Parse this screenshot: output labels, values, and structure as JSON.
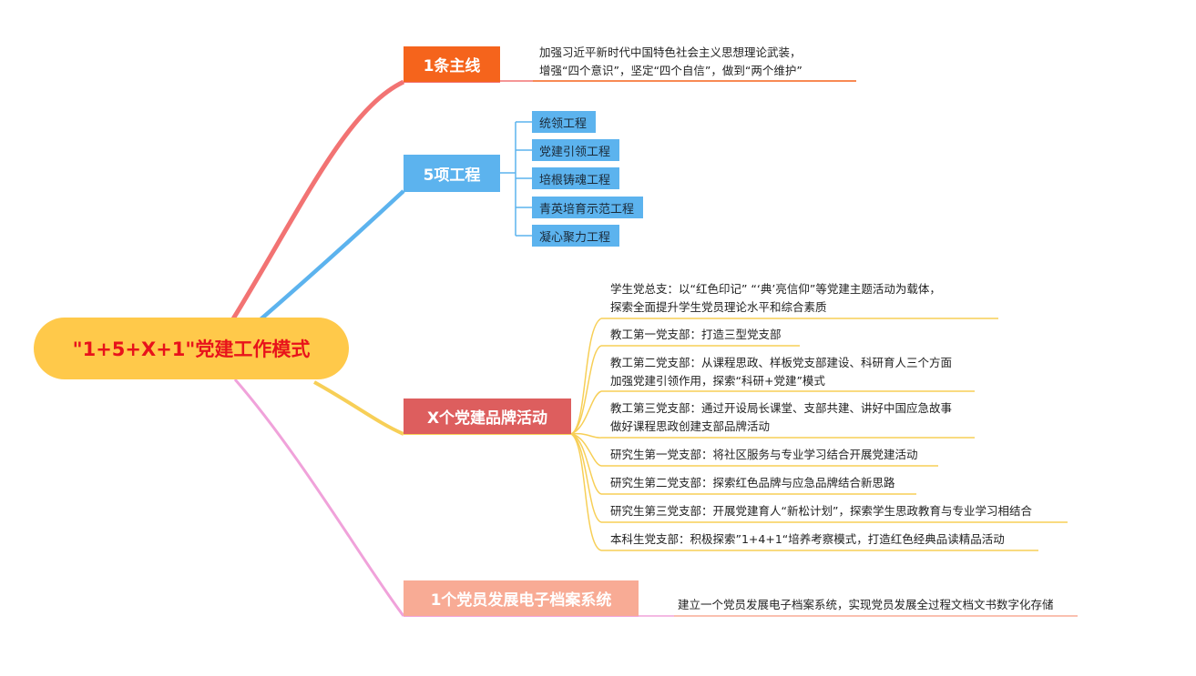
{
  "root": {
    "title": "\"1+5+X+1\"党建工作模式"
  },
  "branch1": {
    "label": "1条主线",
    "lines": [
      "加强习近平新时代中国特色社会主义思想理论武装，",
      "增强“四个意识”，坚定“四个自信”，做到“两个维护”"
    ]
  },
  "branch2": {
    "label": "5项工程",
    "items": [
      "统领工程",
      "党建引领工程",
      "培根铸魂工程",
      "青英培育示范工程",
      "凝心聚力工程"
    ]
  },
  "branch3": {
    "label": "X个党建品牌活动",
    "items": [
      {
        "lines": [
          "学生党总支：以“红色印记” “‘典’亮信仰”等党建主题活动为载体，",
          "探索全面提升学生党员理论水平和综合素质"
        ]
      },
      {
        "lines": [
          "教工第一党支部：打造三型党支部"
        ]
      },
      {
        "lines": [
          "教工第二党支部：从课程思政、样板党支部建设、科研育人三个方面",
          "加强党建引领作用，探索“科研+党建”模式"
        ]
      },
      {
        "lines": [
          "教工第三党支部：通过开设局长课堂、支部共建、讲好中国应急故事",
          "做好课程思政创建支部品牌活动"
        ]
      },
      {
        "lines": [
          "研究生第一党支部：将社区服务与专业学习结合开展党建活动"
        ]
      },
      {
        "lines": [
          "研究生第二党支部：探索红色品牌与应急品牌结合新思路"
        ]
      },
      {
        "lines": [
          "研究生第三党支部：开展党建育人“新松计划”，探索学生思政教育与专业学习相结合"
        ]
      },
      {
        "lines": [
          "本科生党支部：积极探索”1+4+1“培养考察模式，打造红色经典品读精品活动"
        ]
      }
    ]
  },
  "branch4": {
    "label": "1个党员发展电子档案系统",
    "lines": [
      "建立一个党员发展电子档案系统，实现党员发展全过程文档文书数字化存储"
    ]
  },
  "colors": {
    "root": "#ffc94a",
    "root_text": "#e8131b",
    "b1": "#f5641c",
    "b1_link": "#f27373",
    "b2": "#5cb3ee",
    "b3": "#dd5e5e",
    "b3_link": "#f7cf57",
    "b4": "#f8ab95",
    "b4_link": "#f0a2da"
  }
}
